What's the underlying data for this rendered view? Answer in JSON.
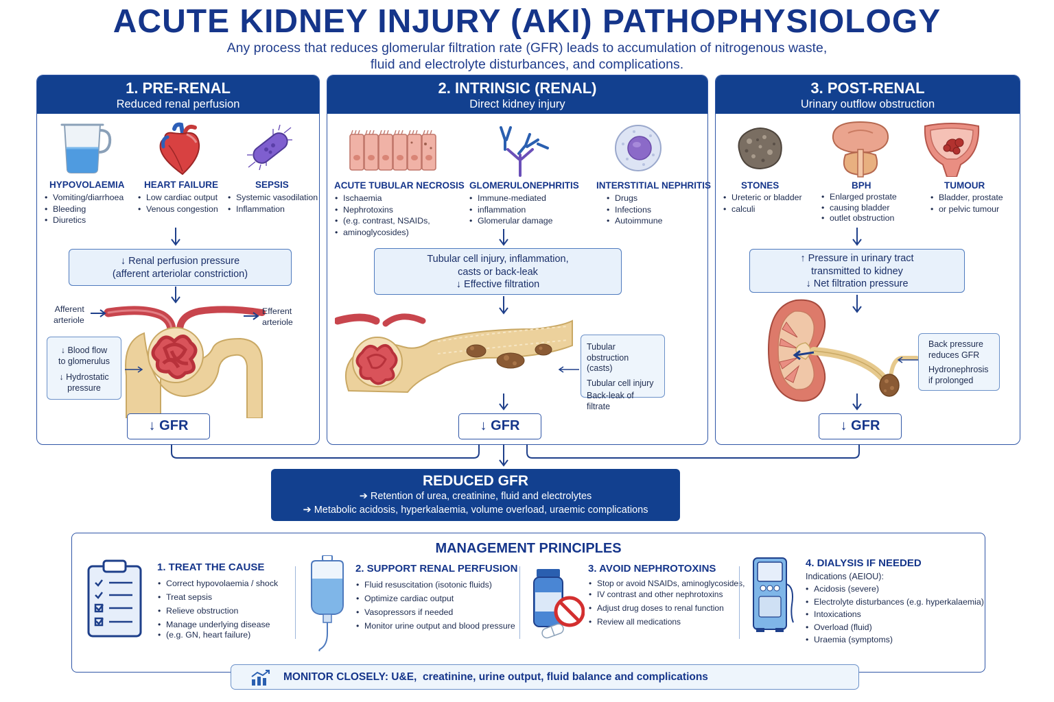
{
  "header": {
    "title": "ACUTE KIDNEY INJURY (AKI) PATHOPHYSIOLOGY",
    "subtitle_line1": "Any process that reduces glomerular filtration rate (GFR) leads to accumulation of nitrogenous waste,",
    "subtitle_line2": "fluid and electrolyte disturbances, and complications."
  },
  "prerenal": {
    "title": "1. PRE-RENAL",
    "subtitle": "Reduced renal perfusion",
    "causes": [
      {
        "title": "HYPOVOLAEMIA",
        "items": [
          "Vomiting/diarrhoea",
          "Bleeding",
          "Diuretics"
        ],
        "icon": "beaker-icon"
      },
      {
        "title": "HEART FAILURE",
        "items": [
          "Low cardiac output",
          "Venous congestion"
        ],
        "icon": "heart-icon"
      },
      {
        "title": "SEPSIS",
        "items": [
          "Systemic vasodilation",
          "Inflammation"
        ],
        "icon": "bacteria-icon"
      }
    ],
    "mechanism": [
      "↓ Renal perfusion pressure",
      "(afferent arteriolar constriction)"
    ],
    "afferent": [
      "Afferent",
      "arteriole"
    ],
    "efferent": [
      "Efferent",
      "arteriole"
    ],
    "note": [
      "↓ Blood flow",
      "to glomerulus",
      "↓ Hydrostatic",
      "pressure"
    ],
    "gfr": "↓ GFR"
  },
  "intrinsic": {
    "title": "2. INTRINSIC (RENAL)",
    "subtitle": "Direct kidney injury",
    "causes": [
      {
        "title": "ACUTE TUBULAR NECROSIS",
        "items": [
          "Ischaemia",
          "Nephrotoxins",
          "(e.g. contrast, NSAIDs,",
          "aminoglycosides)"
        ],
        "icon": "tubular-cells-icon"
      },
      {
        "title": "GLOMERULONEPHRITIS",
        "items": [
          "Immune-mediated",
          "inflammation",
          "Glomerular damage"
        ],
        "icon": "antibody-icon"
      },
      {
        "title": "INTERSTITIAL NEPHRITIS",
        "items": [
          "Drugs",
          "Infections",
          "Autoimmune"
        ],
        "icon": "immune-cell-icon"
      }
    ],
    "mechanism": [
      "Tubular cell injury, inflammation,",
      "casts or back-leak",
      "↓ Effective filtration"
    ],
    "note": [
      "Tubular obstruction",
      "(casts)",
      "Tubular cell injury",
      "Back-leak of filtrate"
    ],
    "gfr": "↓ GFR"
  },
  "postrenal": {
    "title": "3. POST-RENAL",
    "subtitle": "Urinary outflow obstruction",
    "causes": [
      {
        "title": "STONES",
        "items": [
          "Ureteric or bladder",
          "calculi"
        ],
        "icon": "stone-icon"
      },
      {
        "title": "BPH",
        "items": [
          "Enlarged prostate",
          "causing bladder",
          "outlet obstruction"
        ],
        "icon": "prostate-icon"
      },
      {
        "title": "TUMOUR",
        "items": [
          "Bladder, prostate",
          "or pelvic tumour"
        ],
        "icon": "bladder-tumour-icon"
      }
    ],
    "mechanism": [
      "↑ Pressure in urinary tract",
      "transmitted to kidney",
      "↓ Net filtration pressure"
    ],
    "note": [
      "Back pressure",
      "reduces GFR",
      "Hydronephrosis",
      "if prolonged"
    ],
    "gfr": "↓ GFR"
  },
  "reduced": {
    "title": "REDUCED GFR",
    "line1": "➔ Retention of urea, creatinine, fluid and electrolytes",
    "line2": "➔ Metabolic acidosis, hyperkalaemia, volume overload, uraemic complications"
  },
  "management": {
    "title": "MANAGEMENT PRINCIPLES",
    "sections": [
      {
        "title": "1. TREAT THE CAUSE",
        "icon": "clipboard-icon",
        "items": [
          "Correct hypovolaemia / shock",
          "Treat sepsis",
          "Relieve obstruction",
          "Manage underlying disease",
          "(e.g. GN, heart failure)"
        ]
      },
      {
        "title": "2. SUPPORT RENAL PERFUSION",
        "icon": "iv-bag-icon",
        "items": [
          "Fluid resuscitation (isotonic fluids)",
          "Optimize cardiac output",
          "Vasopressors if needed",
          "Monitor urine output and blood pressure"
        ]
      },
      {
        "title": "3. AVOID NEPHROTOXINS",
        "icon": "no-drugs-icon",
        "items": [
          "Stop or avoid NSAIDs, aminoglycosides,",
          "IV contrast and other nephrotoxins",
          "Adjust drug doses to renal function",
          "Review all medications"
        ]
      },
      {
        "title": "4. DIALYSIS IF NEEDED",
        "icon": "dialysis-machine-icon",
        "intro": "Indications (AEIOU):",
        "items": [
          "Acidosis (severe)",
          "Electrolyte disturbances (e.g. hyperkalaemia)",
          "Intoxications",
          "Overload (fluid)",
          "Uraemia (symptoms)"
        ]
      }
    ],
    "monitor": "MONITOR CLOSELY: U&E,  creatinine, urine output, fluid balance and complications"
  },
  "colors": {
    "navy": "#12408f",
    "accent": "#15358a",
    "light": "#e8f1fb",
    "vessel": "#c8454d",
    "tubule": "#e6c98d"
  }
}
